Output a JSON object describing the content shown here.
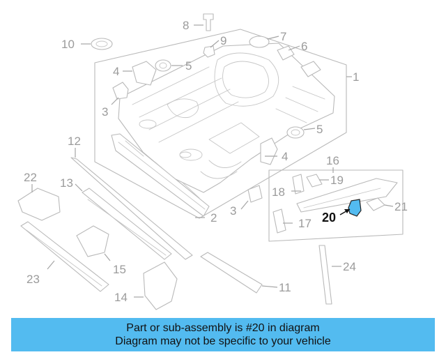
{
  "callouts": {
    "c1": "1",
    "c2": "2",
    "c3a": "3",
    "c3b": "3",
    "c4a": "4",
    "c4b": "4",
    "c5a": "5",
    "c5b": "5",
    "c6": "6",
    "c7": "7",
    "c8": "8",
    "c9": "9",
    "c10": "10",
    "c11": "11",
    "c12": "12",
    "c13": "13",
    "c14": "14",
    "c15": "15",
    "c16": "16",
    "c17": "17",
    "c18": "18",
    "c19": "19",
    "c20": "20",
    "c21": "21",
    "c22": "22",
    "c23": "23",
    "c24": "24"
  },
  "highlight": {
    "part_number": "20",
    "color": "#53bbf0"
  },
  "banner": {
    "line1": "Part or sub-assembly is #20 in diagram",
    "line2": "Diagram may not be specific to your vehicle",
    "background": "#53bbf0"
  }
}
